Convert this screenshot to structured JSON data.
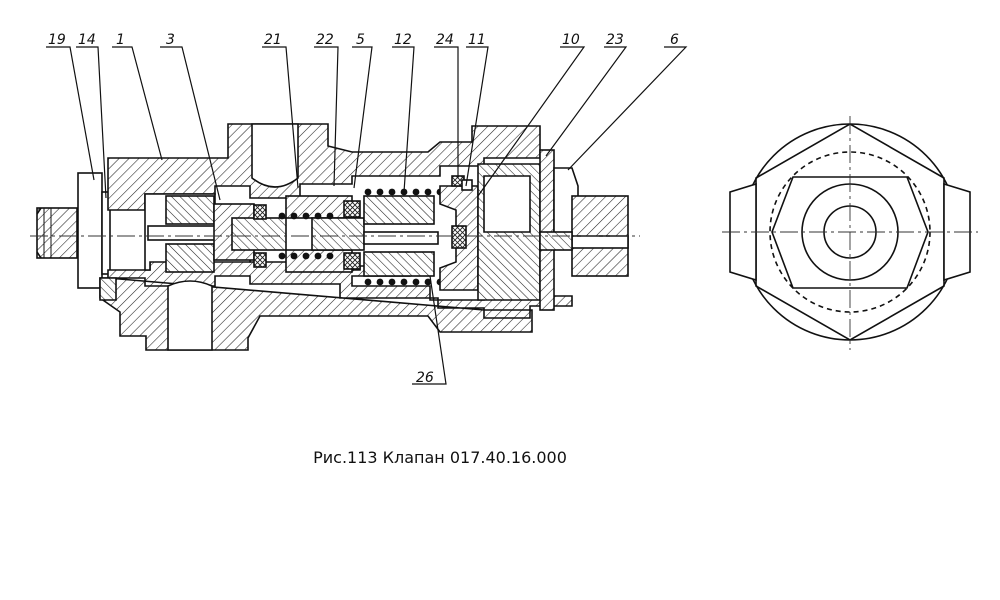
{
  "figure": {
    "caption": "Рис.113 Клапан 017.40.16.000"
  },
  "callouts": {
    "c19": "19",
    "c14": "14",
    "c1": "1",
    "c3": "3",
    "c21": "21",
    "c22": "22",
    "c5": "5",
    "c12": "12",
    "c24": "24",
    "c11": "11",
    "c10": "10",
    "c23": "23",
    "c6": "6",
    "c26": "26"
  }
}
